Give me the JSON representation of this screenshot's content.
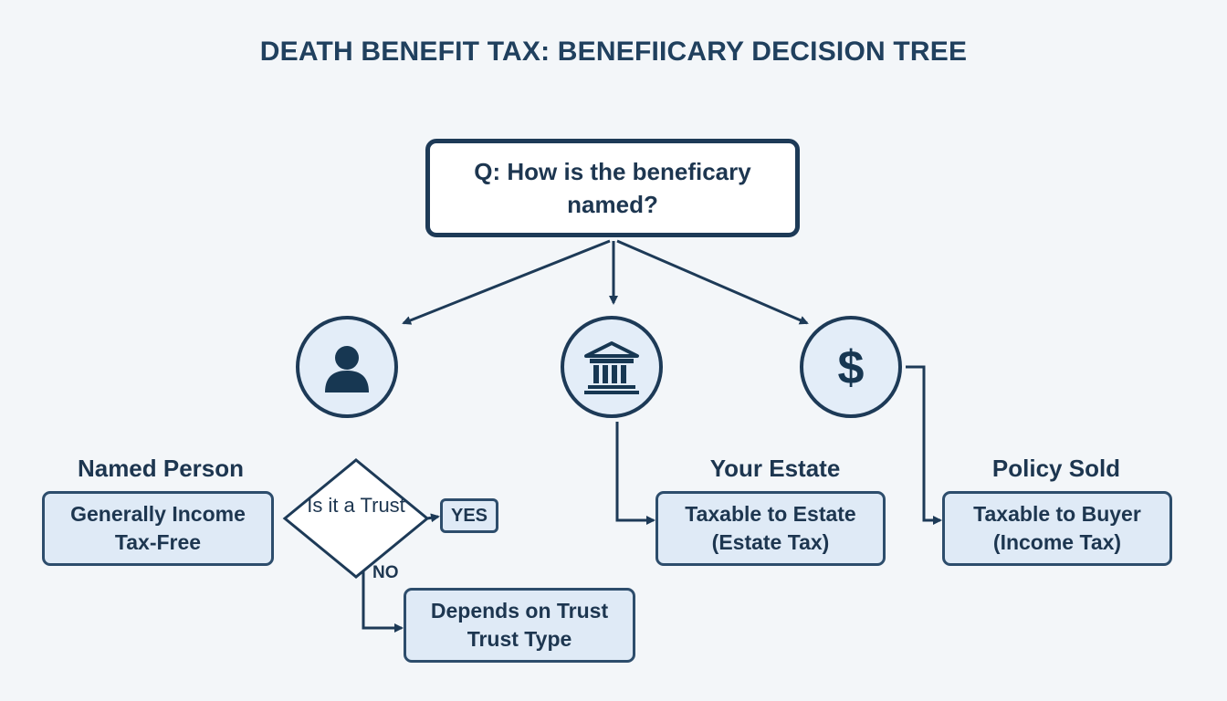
{
  "title": "DEATH BENEFIT TAX: BENEFIICARY DECISION TREE",
  "question": "Q: How is the beneficary named?",
  "branches": [
    {
      "label": "Named Person",
      "icon": "person-icon",
      "result": "Generally Income Tax-Free"
    },
    {
      "label": "Your Estate",
      "icon": "bank-icon",
      "result": "Taxable to Estate (Estate Tax)"
    },
    {
      "label": "Policy Sold",
      "icon": "dollar-icon",
      "result": "Taxable to Buyer (Income Tax)"
    }
  ],
  "trust_check": {
    "question": "Is it a Trust",
    "yes_label": "YES",
    "no_label": "NO",
    "no_result": "Depends on Trust Trust Type"
  },
  "colors": {
    "stroke": "#1d3a57",
    "box_fill": "#dfeaf6",
    "circle_fill": "#e3edf8",
    "background": "#f3f6f9"
  }
}
